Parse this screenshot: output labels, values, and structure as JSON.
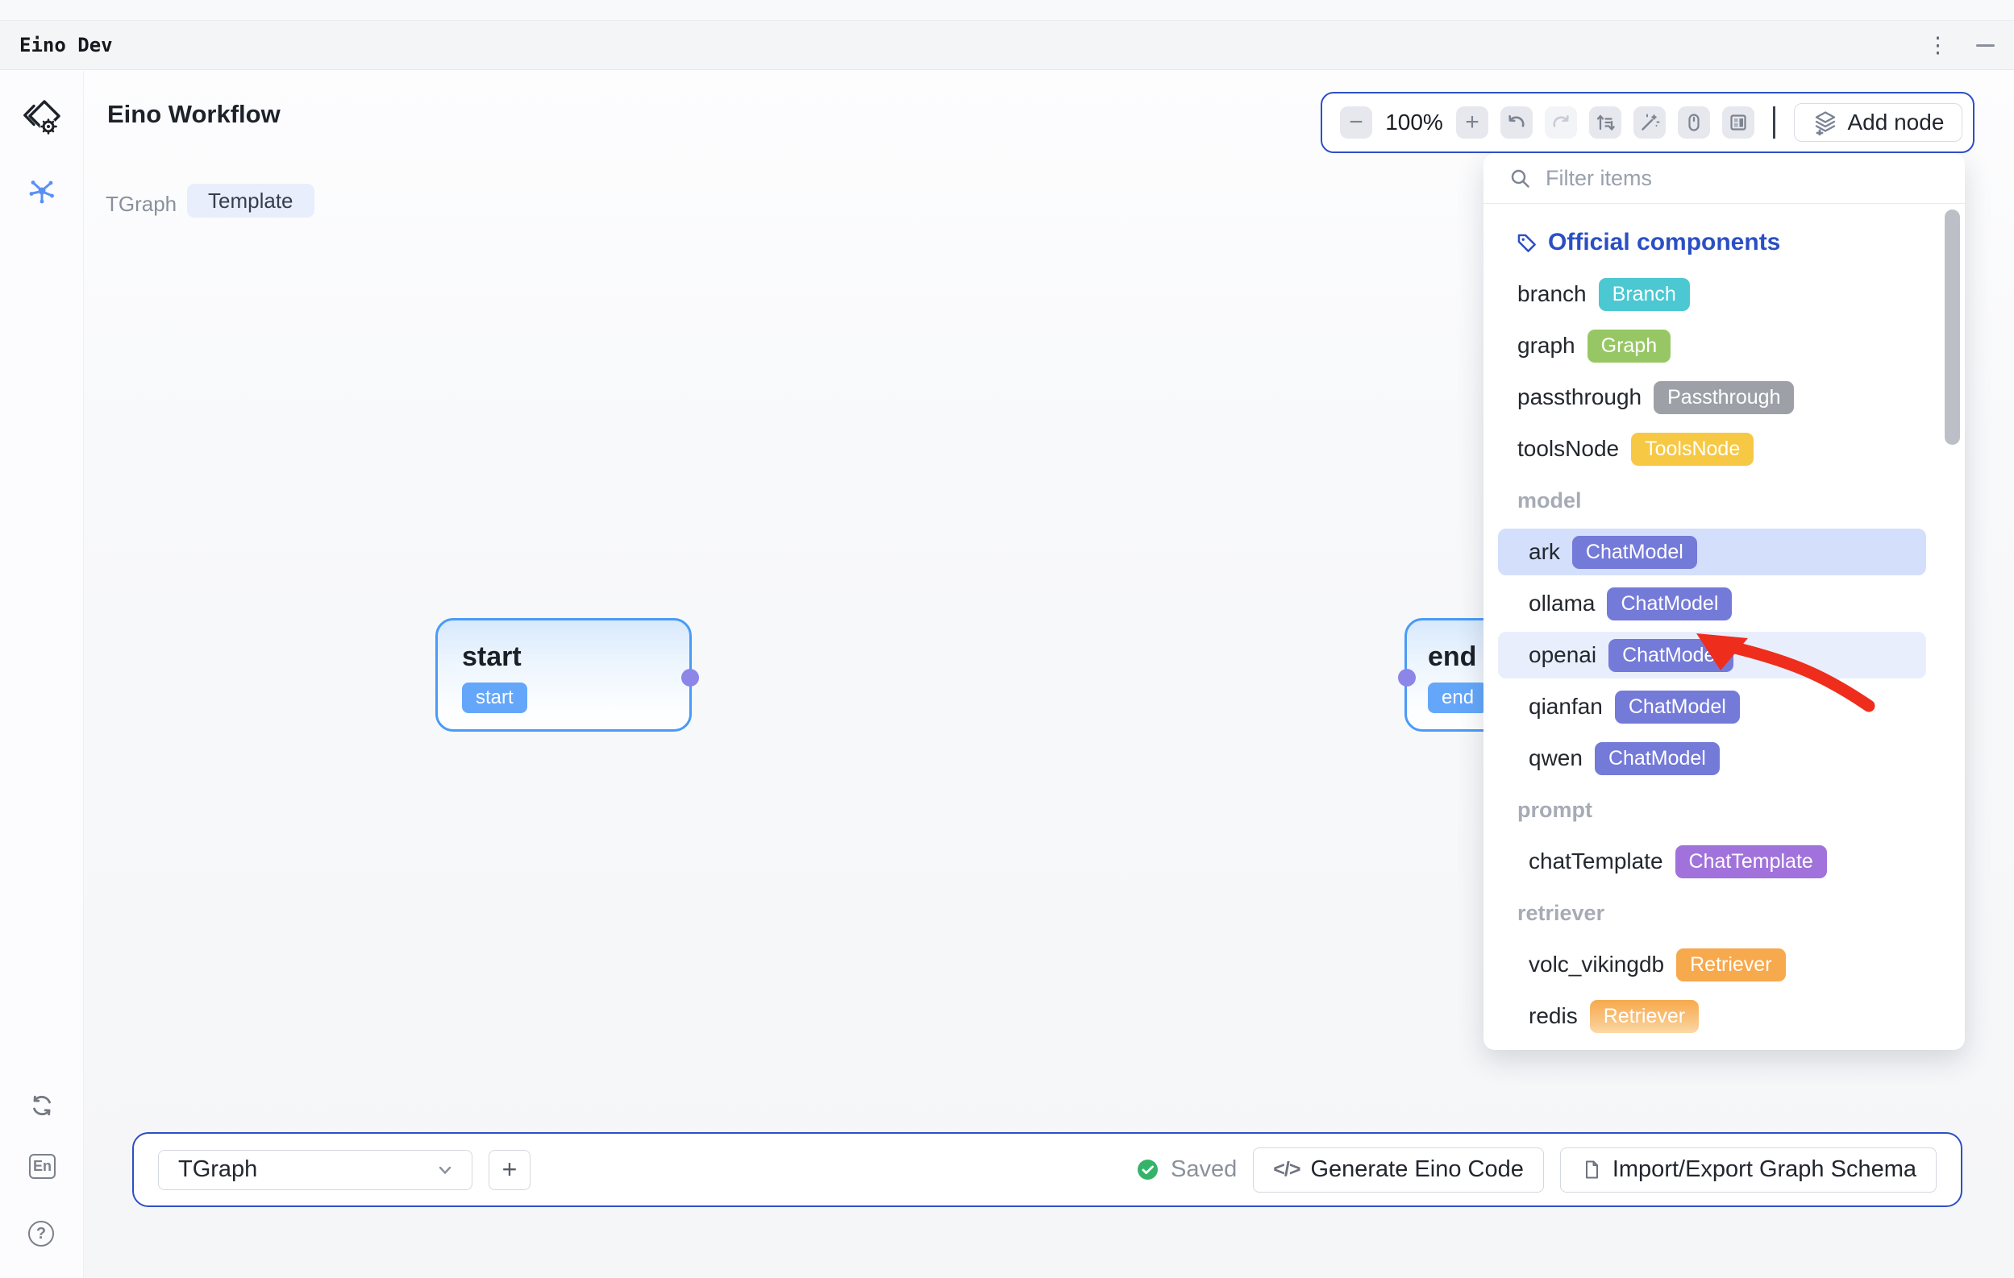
{
  "window": {
    "title": "Eino Dev",
    "kebab_glyph": "⋮"
  },
  "header": {
    "title": "Eino Workflow",
    "tabs": [
      {
        "label": "TGraph",
        "active": false
      },
      {
        "label": "Template",
        "active": true
      }
    ]
  },
  "sidebar": {
    "icons": [
      {
        "name": "workflow-icon",
        "active": true
      },
      {
        "name": "bug-icon",
        "active": false
      },
      {
        "name": "sync-icon",
        "active": false
      },
      {
        "name": "language-icon",
        "label": "En"
      },
      {
        "name": "help-icon",
        "label": "?"
      }
    ]
  },
  "toolbar": {
    "zoom_out": "−",
    "zoom_level": "100%",
    "zoom_in": "+",
    "add_node": "Add node"
  },
  "panel": {
    "filter_placeholder": "Filter items",
    "section_title": "Official components",
    "items": [
      {
        "kind": "item",
        "label": "branch",
        "badge": "Branch",
        "badge_color": "#4cc8d2",
        "indent": false
      },
      {
        "kind": "item",
        "label": "graph",
        "badge": "Graph",
        "badge_color": "#97c765",
        "indent": false
      },
      {
        "kind": "item",
        "label": "passthrough",
        "badge": "Passthrough",
        "badge_color": "#9da0a7",
        "indent": false
      },
      {
        "kind": "item",
        "label": "toolsNode",
        "badge": "ToolsNode",
        "badge_color": "#f6c844",
        "indent": false
      },
      {
        "kind": "section",
        "label": "model"
      },
      {
        "kind": "item",
        "label": "ark",
        "badge": "ChatModel",
        "badge_color": "#747ad8",
        "indent": true,
        "highlight": "strong"
      },
      {
        "kind": "item",
        "label": "ollama",
        "badge": "ChatModel",
        "badge_color": "#747ad8",
        "indent": true
      },
      {
        "kind": "item",
        "label": "openai",
        "badge": "ChatModel",
        "badge_color": "#747ad8",
        "indent": true,
        "highlight": "soft",
        "arrow_target": true
      },
      {
        "kind": "item",
        "label": "qianfan",
        "badge": "ChatModel",
        "badge_color": "#747ad8",
        "indent": true
      },
      {
        "kind": "item",
        "label": "qwen",
        "badge": "ChatModel",
        "badge_color": "#747ad8",
        "indent": true
      },
      {
        "kind": "section",
        "label": "prompt"
      },
      {
        "kind": "item",
        "label": "chatTemplate",
        "badge": "ChatTemplate",
        "badge_color": "#a172dc",
        "indent": true
      },
      {
        "kind": "section",
        "label": "retriever"
      },
      {
        "kind": "item",
        "label": "volc_vikingdb",
        "badge": "Retriever",
        "badge_color": "#f7a94d",
        "indent": true
      },
      {
        "kind": "item",
        "label": "redis",
        "badge": "Retriever",
        "badge_color": "#f7a94d",
        "badge_gradient": true,
        "indent": true
      }
    ]
  },
  "canvas": {
    "nodes": [
      {
        "title": "start",
        "badge": "start"
      },
      {
        "title": "end",
        "badge": "end"
      }
    ]
  },
  "footer": {
    "graph_name": "TGraph",
    "add": "+",
    "saved": "Saved",
    "code_glyph": "</>",
    "generate_code": "Generate Eino Code",
    "import_export": "Import/Export Graph Schema"
  },
  "colors": {
    "accent_border": "#2e4fc5",
    "node_border": "#499bf8",
    "node_badge": "#64a7fa",
    "port": "#8d85e8",
    "section_title": "#2b4fc3",
    "highlight_strong": "#d3dffb",
    "highlight_soft": "#e9eefc",
    "annotation_arrow": "#ee2d1d",
    "saved_green": "#35b469"
  }
}
